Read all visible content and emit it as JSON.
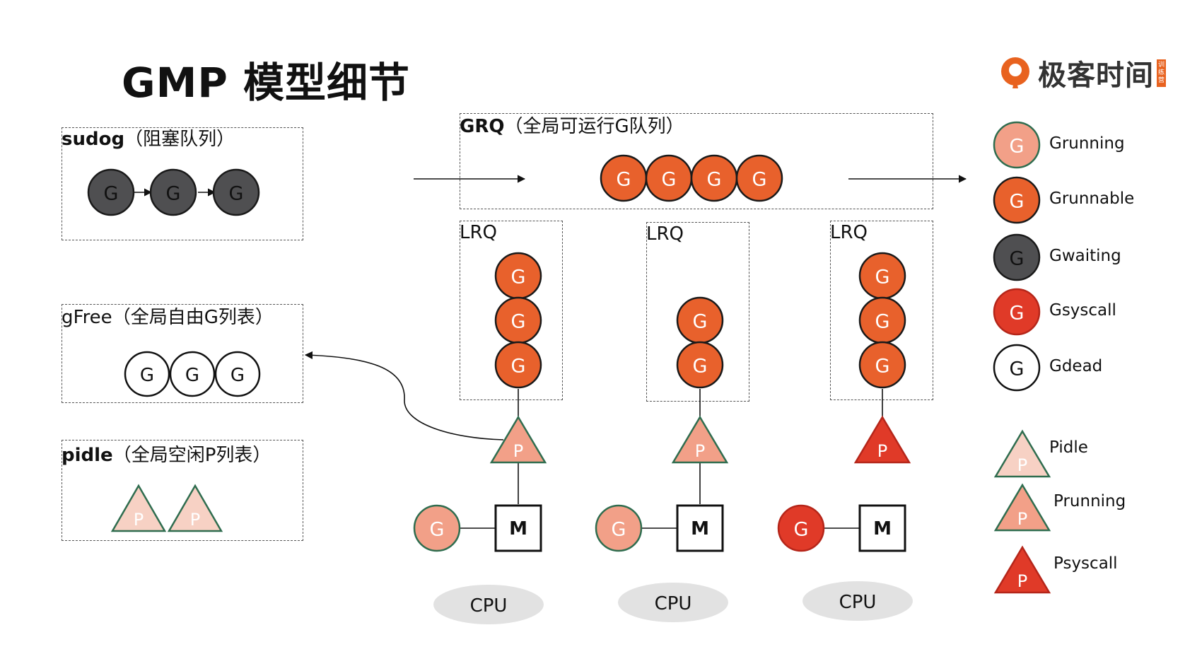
{
  "title": "GMP 模型细节",
  "logo": {
    "text": "极客时间",
    "tag": "训练营"
  },
  "sudog": {
    "label_main": "sudog",
    "label_sub": "（阻塞队列）"
  },
  "gfree": {
    "label_main": "gFree",
    "label_sub": "（全局自由G列表）"
  },
  "pidle": {
    "label_main": "pidle",
    "label_sub": "（全局空闲P列表）"
  },
  "grq": {
    "label_main": "GRQ",
    "label_sub": "（全局可运行G队列）"
  },
  "lrq_label": "LRQ",
  "g_letter": "G",
  "p_letter": "P",
  "m_letter": "M",
  "cpu_label": "CPU",
  "legend": [
    {
      "kind": "g",
      "state": "running",
      "label": "Grunning"
    },
    {
      "kind": "g",
      "state": "runnable",
      "label": "Grunnable"
    },
    {
      "kind": "g",
      "state": "waiting",
      "label": "Gwaiting"
    },
    {
      "kind": "g",
      "state": "syscall",
      "label": "Gsyscall"
    },
    {
      "kind": "g",
      "state": "dead",
      "label": "Gdead"
    },
    {
      "kind": "p",
      "state": "idle",
      "label": "Pidle"
    },
    {
      "kind": "p",
      "state": "running",
      "label": "Prunning"
    },
    {
      "kind": "p",
      "state": "syscall",
      "label": "Psyscall"
    }
  ],
  "colors": {
    "runnable": "#e8612c",
    "running": "#f2a088",
    "waiting": "#4f4f51",
    "syscall": "#e03a28",
    "dead": "#ffffff",
    "p_idle": "#f7d1c4",
    "p_running": "#f2a088",
    "p_syscall": "#e03a28",
    "stroke_green": "#2f6d4f",
    "cpu_fill": "#e2e2e2"
  }
}
